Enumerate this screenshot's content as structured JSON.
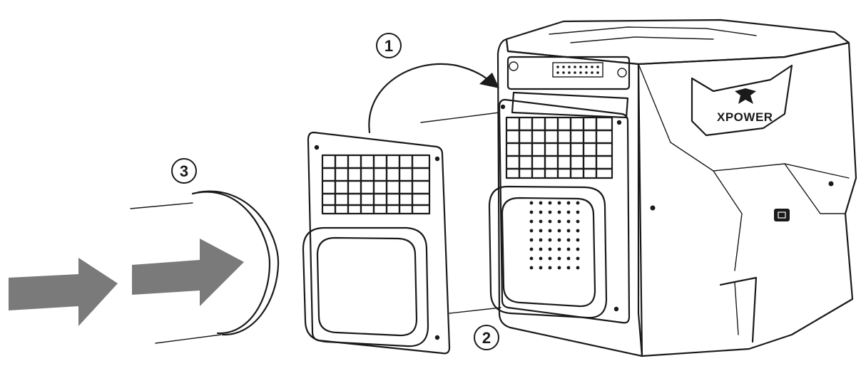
{
  "callouts": {
    "step1": "1",
    "step2": "2",
    "step3": "3"
  },
  "device": {
    "brand": "XPOWER"
  },
  "colors": {
    "ink": "#1a1a1a",
    "airflow_arrow": "#7a7a7a",
    "background": "#ffffff"
  },
  "icons": {
    "airflow": "airflow-arrow-icon",
    "logo": "eagle-logo-icon"
  }
}
